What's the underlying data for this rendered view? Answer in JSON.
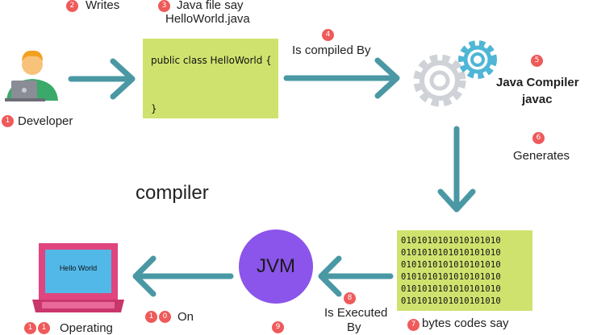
{
  "steps": {
    "s1": {
      "num": "1",
      "label": "Developer"
    },
    "s2": {
      "num": "2",
      "label": "Writes"
    },
    "s3": {
      "num": "3",
      "line1": "Java file say",
      "line2": "HelloWorld.java"
    },
    "s4": {
      "num": "4",
      "label": "Is compiled By"
    },
    "s5": {
      "num": "5",
      "line1": "Java Compiler",
      "line2": "javac"
    },
    "s6": {
      "num": "6",
      "label": "Generates"
    },
    "s7": {
      "num": "7",
      "label": "bytes codes say"
    },
    "s8": {
      "num": "8",
      "line1": "Is Executed",
      "line2": "By"
    },
    "s9": {
      "num": "9"
    },
    "s10": {
      "num1": "1",
      "num2": "0",
      "label": "On"
    },
    "s11": {
      "num1": "1",
      "num2": "1",
      "label": "Operating"
    }
  },
  "code": {
    "line1": "public class HelloWorld {",
    "line2": "}"
  },
  "binary_lines": [
    "0101010101010101010",
    "0101010101010101010",
    "0101010101010101010",
    "0101010101010101010",
    "0101010101010101010",
    "0101010101010101010"
  ],
  "jvm_label": "JVM",
  "screen_text": "Hello World",
  "caption": "compiler",
  "colors": {
    "arrow": "#4a98a4",
    "badge": "#ef5a5a",
    "box": "#cfe26e",
    "jvm": "#8b54ea",
    "laptop": "#e0457f"
  }
}
